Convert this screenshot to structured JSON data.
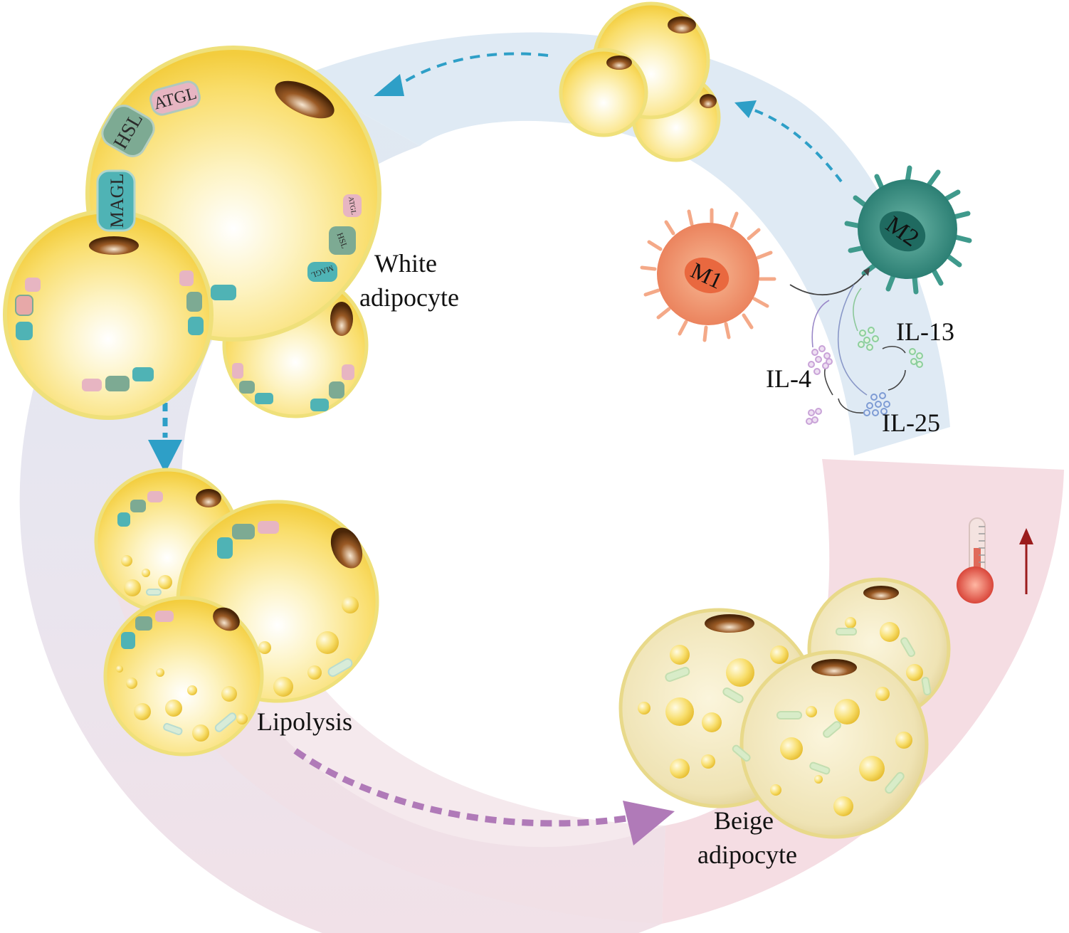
{
  "labels": {
    "white_line1": "White",
    "white_line2": "adipocyte",
    "lipolysis": "Lipolysis",
    "beige_line1": "Beige",
    "beige_line2": "adipocyte",
    "m1": "M1",
    "m2": "M2",
    "il4": "IL-4",
    "il13": "IL-13",
    "il25": "IL-25",
    "enzymes": {
      "atgl": "ATGL",
      "hsl": "HSL",
      "magl": "MAGL"
    }
  },
  "colors": {
    "cell_fill": "#fbe27a",
    "cell_rim": "#efe07a",
    "nucleus": "#6b3a12",
    "arc_blue": "#dfeaf4",
    "arc_pink": "#f3d7de",
    "arrow_blue": "#2e9fc7",
    "arrow_purple": "#b07ab8",
    "m1": "#f08f6a",
    "m2": "#2f8a7e",
    "heat_arrow": "#9b1c1c"
  }
}
